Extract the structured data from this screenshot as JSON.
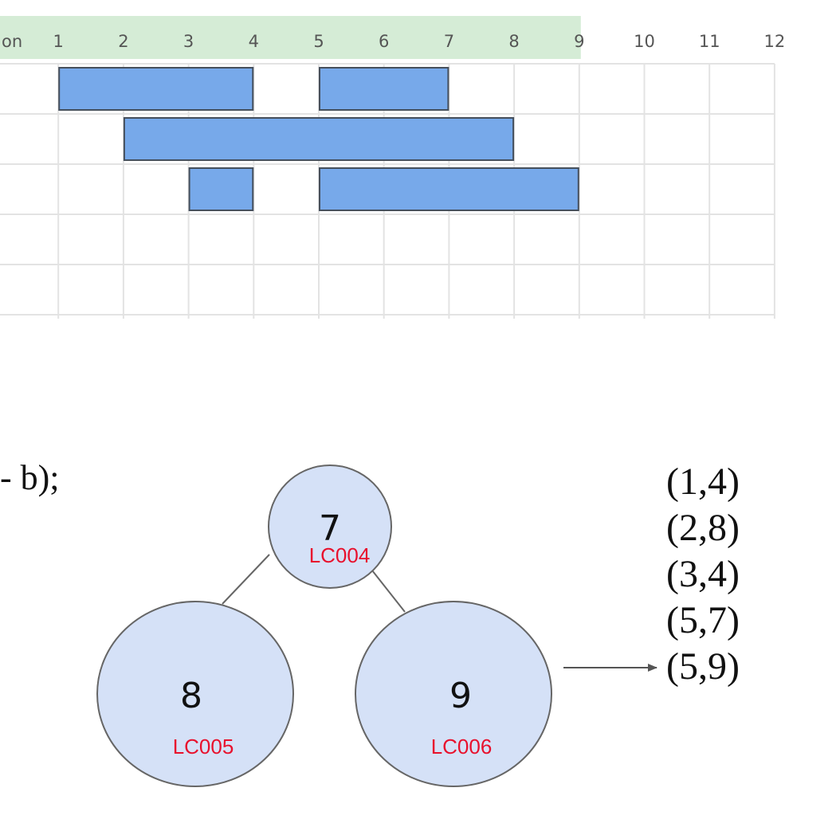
{
  "gantt": {
    "header_partial_label": "on",
    "ticks": [
      "1",
      "2",
      "3",
      "4",
      "5",
      "6",
      "7",
      "8",
      "9",
      "10",
      "11",
      "12"
    ],
    "highlight_range": [
      0,
      9
    ],
    "rows": [
      {
        "bars": [
          [
            1,
            4
          ],
          [
            5,
            7
          ]
        ]
      },
      {
        "bars": [
          [
            2,
            8
          ]
        ]
      },
      {
        "bars": [
          [
            3,
            4
          ],
          [
            5,
            9
          ]
        ]
      },
      {
        "bars": []
      },
      {
        "bars": []
      }
    ],
    "colors": {
      "bar_fill": "#77a9ea",
      "bar_stroke": "#454f5c",
      "header_highlight": "#d5ecd6",
      "grid": "#e3e3e3"
    }
  },
  "code_fragment": "- b);",
  "tree": {
    "nodes": [
      {
        "id": "root",
        "value": "7",
        "code": "LC004"
      },
      {
        "id": "left",
        "value": "8",
        "code": "LC005"
      },
      {
        "id": "right",
        "value": "9",
        "code": "LC006"
      }
    ],
    "edges": [
      [
        "root",
        "left"
      ],
      [
        "root",
        "right"
      ]
    ],
    "node_fill": "#d5e1f7",
    "node_stroke": "#666666",
    "code_color": "#e8112d"
  },
  "pairs": [
    "(1,4)",
    "(2,8)",
    "(3,4)",
    "(5,7)",
    "(5,9)"
  ]
}
